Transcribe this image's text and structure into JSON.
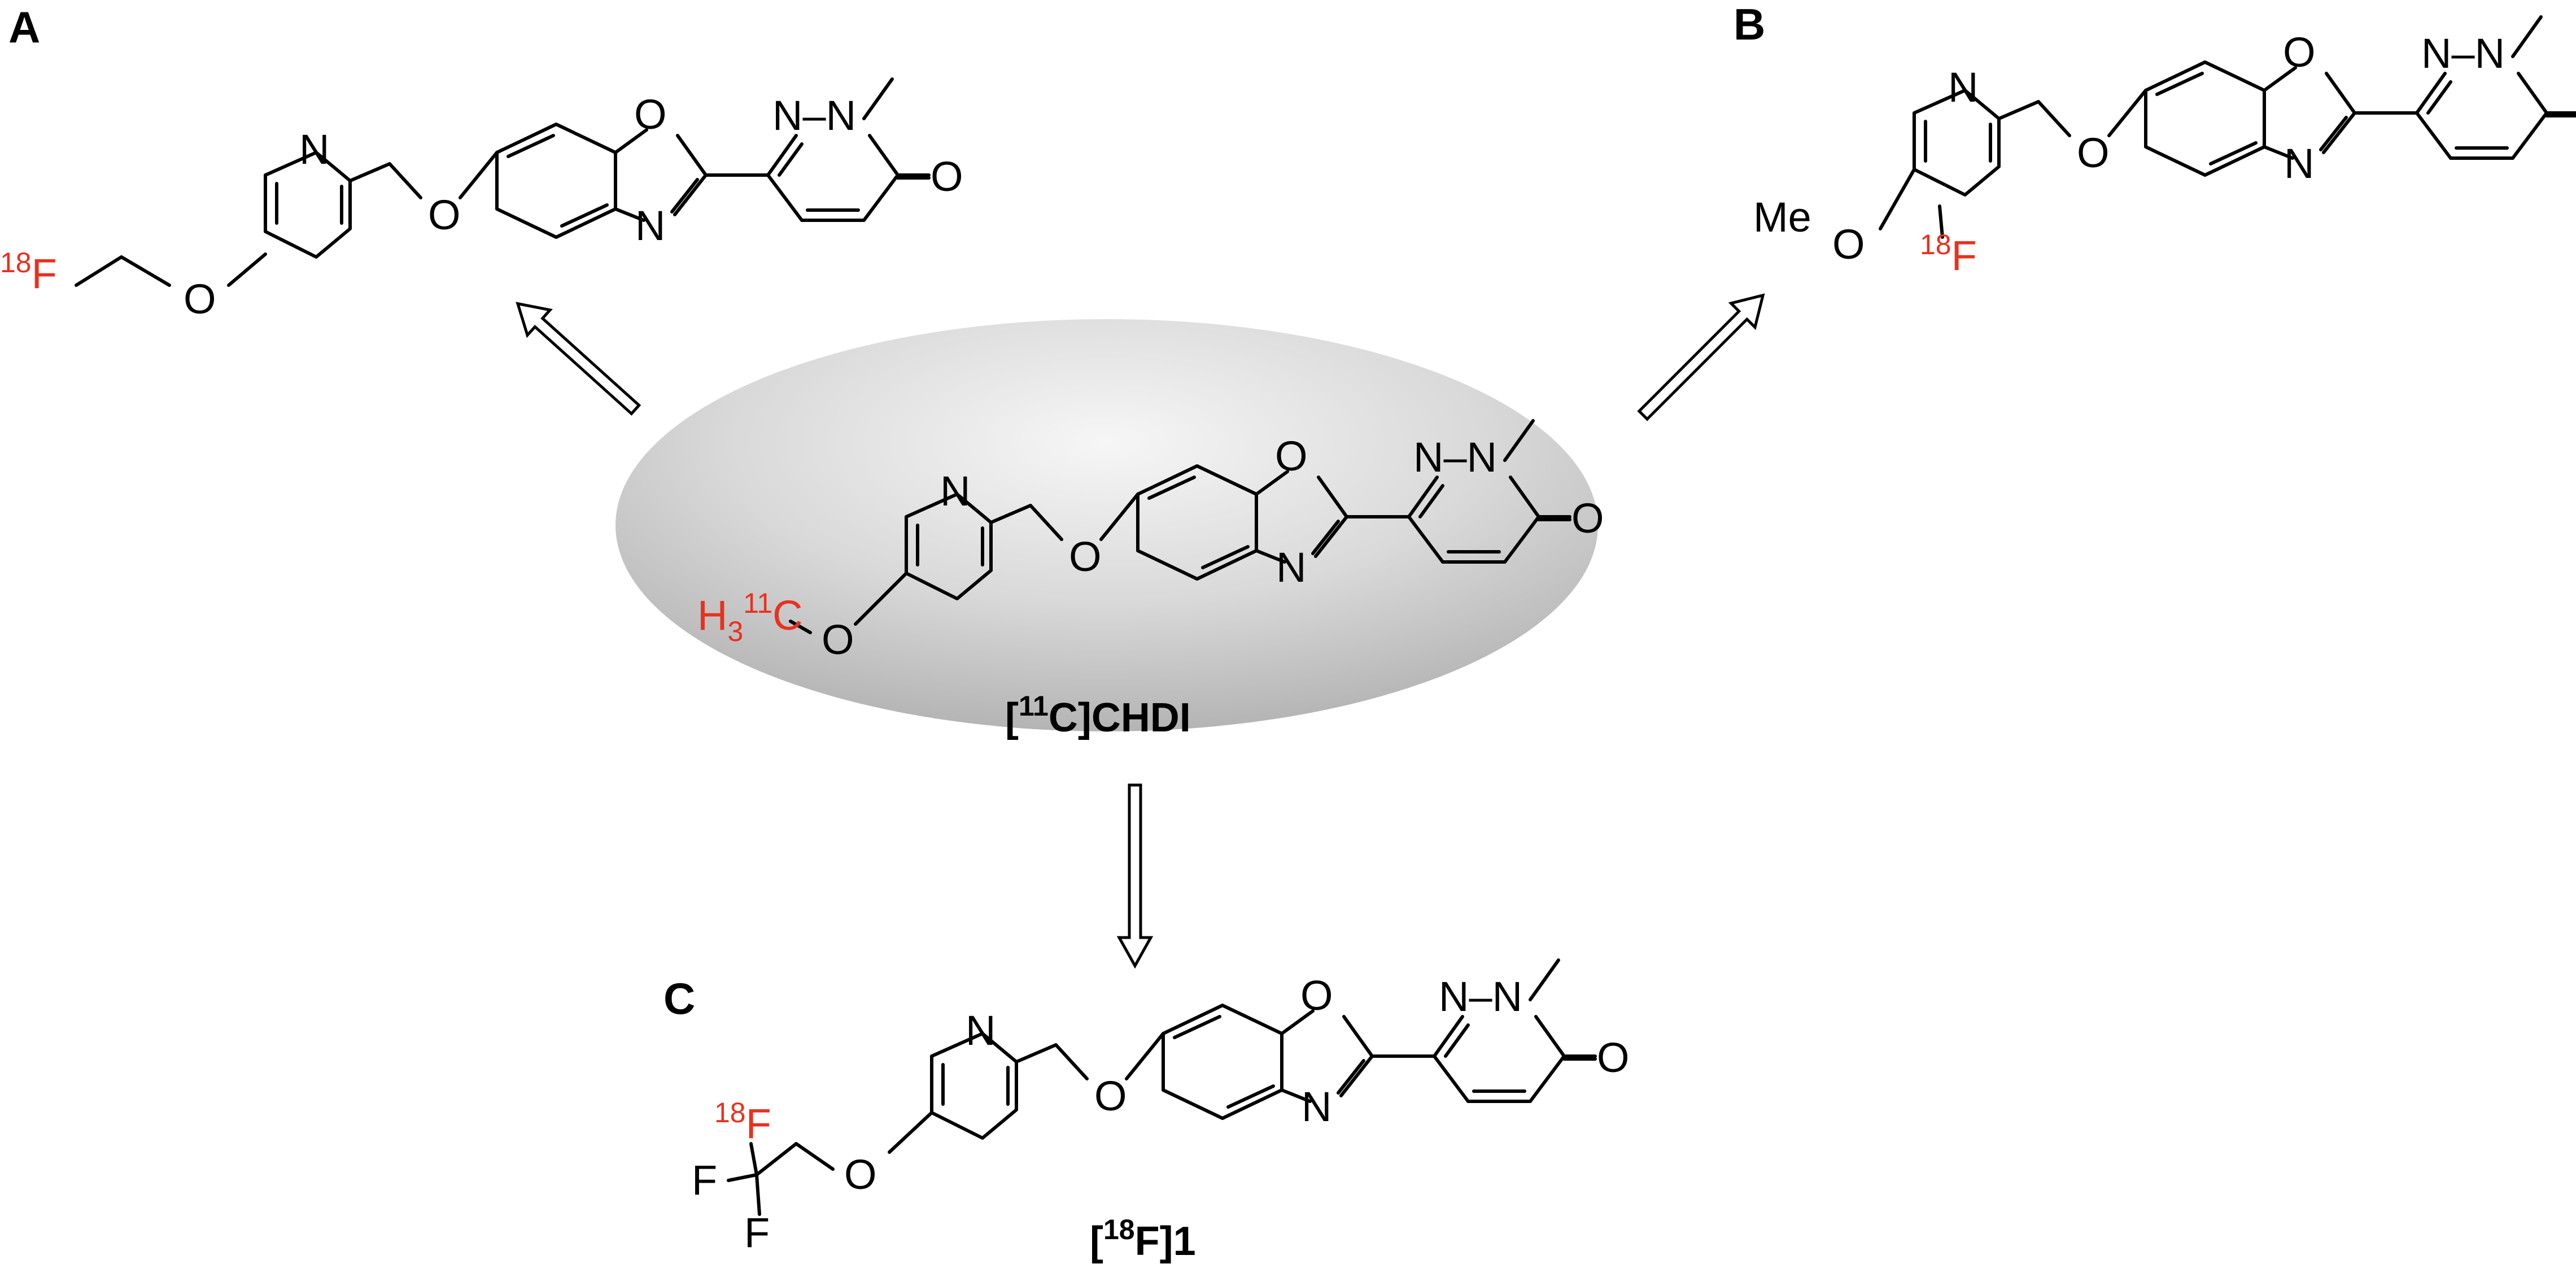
{
  "panels": {
    "a": "A",
    "b": "B",
    "c": "C"
  },
  "atoms": {
    "N": "N",
    "O": "O",
    "nn": "N–N",
    "F": "F",
    "Me": "Me",
    "isotope_18": "18",
    "isotope_11": "11",
    "H3": "H",
    "H3_sub": "3",
    "C": "C"
  },
  "compounds": {
    "center": {
      "name_open": "[",
      "name_sup": "11",
      "name_rest": "C]CHDI"
    },
    "c": {
      "name_open": "[",
      "name_sup": "18",
      "name_rest": "F]1"
    }
  },
  "colors": {
    "isotope_label": "#e8311f",
    "ellipse_light": "#f6f6f6",
    "ellipse_dark": "#b4b4b4"
  }
}
